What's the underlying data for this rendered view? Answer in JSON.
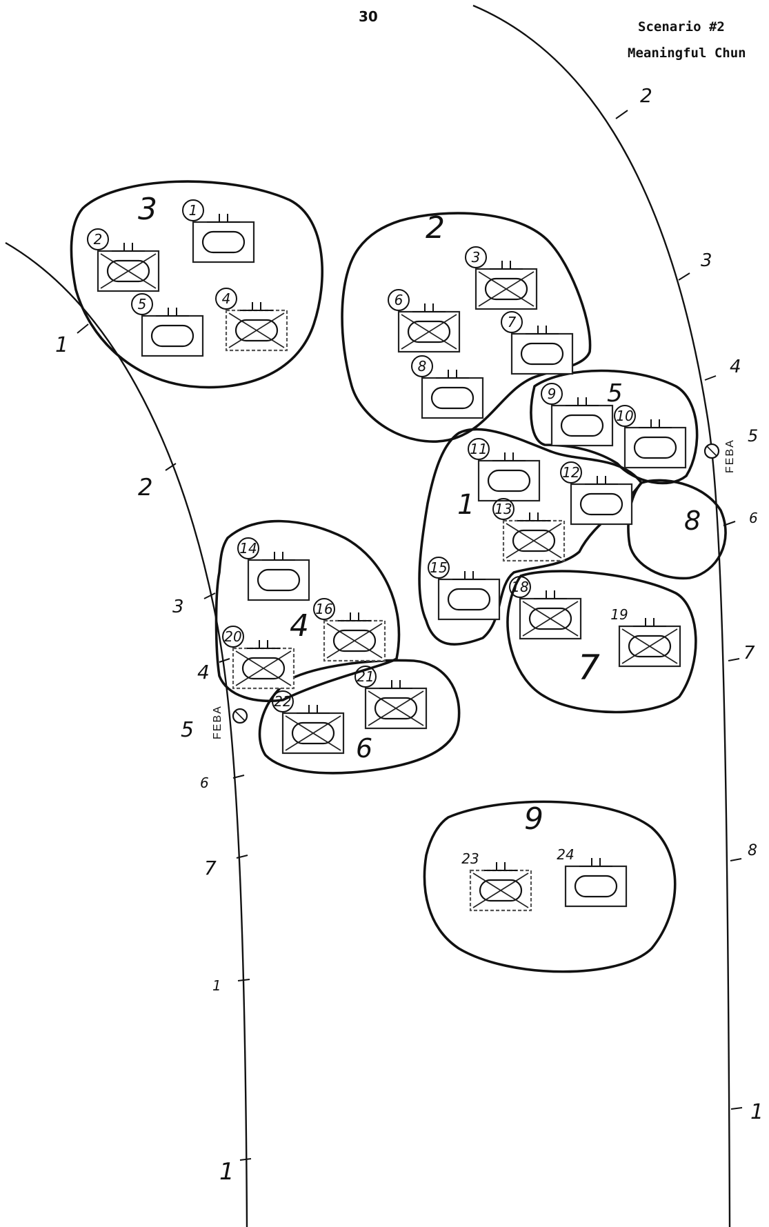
{
  "header": {
    "page_number": "30",
    "title": "Scenario #2",
    "subtitle": "Meaningful Chun"
  },
  "feba_label": "FEBA",
  "units": [
    {
      "id": "1",
      "type": "armor"
    },
    {
      "id": "2",
      "type": "mech-infantry"
    },
    {
      "id": "3",
      "type": "mech-infantry"
    },
    {
      "id": "4",
      "type": "mech-infantry"
    },
    {
      "id": "5",
      "type": "armor"
    },
    {
      "id": "6",
      "type": "mech-infantry"
    },
    {
      "id": "7",
      "type": "armor"
    },
    {
      "id": "8",
      "type": "armor"
    },
    {
      "id": "9",
      "type": "armor"
    },
    {
      "id": "10",
      "type": "armor"
    },
    {
      "id": "11",
      "type": "armor"
    },
    {
      "id": "12",
      "type": "armor"
    },
    {
      "id": "13",
      "type": "mech-infantry"
    },
    {
      "id": "14",
      "type": "armor"
    },
    {
      "id": "15",
      "type": "armor"
    },
    {
      "id": "16",
      "type": "mech-infantry"
    },
    {
      "id": "18",
      "type": "mech-infantry"
    },
    {
      "id": "19",
      "type": "mech-infantry"
    },
    {
      "id": "20",
      "type": "mech-infantry"
    },
    {
      "id": "21",
      "type": "mech-infantry"
    },
    {
      "id": "22",
      "type": "mech-infantry"
    },
    {
      "id": "23",
      "type": "mech-infantry"
    },
    {
      "id": "24",
      "type": "armor"
    }
  ],
  "chunks": [
    {
      "label": "1"
    },
    {
      "label": "2"
    },
    {
      "label": "3"
    },
    {
      "label": "4"
    },
    {
      "label": "5"
    },
    {
      "label": "6"
    },
    {
      "label": "7"
    },
    {
      "label": "8"
    },
    {
      "label": "9"
    }
  ],
  "left_boundary_ticks": [
    "1",
    "2",
    "3",
    "4",
    "5",
    "6",
    "7",
    "1",
    "1"
  ],
  "right_boundary_ticks": [
    "2",
    "3",
    "4",
    "5",
    "6",
    "7",
    "8",
    "1"
  ]
}
